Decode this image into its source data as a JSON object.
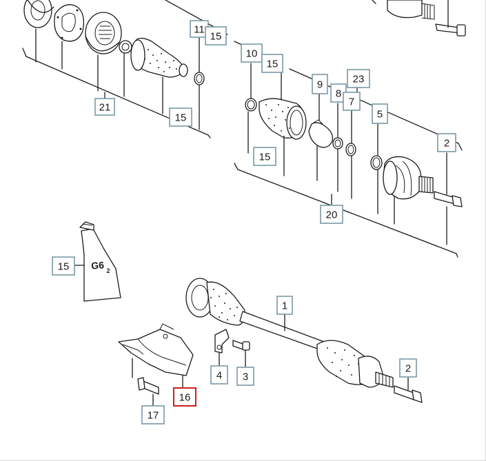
{
  "diagram": {
    "callouts": [
      {
        "id": "c11",
        "label": "11",
        "selected": false
      },
      {
        "id": "c15a",
        "label": "15",
        "selected": false
      },
      {
        "id": "c21",
        "label": "21",
        "selected": false
      },
      {
        "id": "c15b",
        "label": "15",
        "selected": false
      },
      {
        "id": "c10",
        "label": "10",
        "selected": false
      },
      {
        "id": "c15c",
        "label": "15",
        "selected": false
      },
      {
        "id": "c23",
        "label": "23",
        "selected": false
      },
      {
        "id": "c9",
        "label": "9",
        "selected": false
      },
      {
        "id": "c8",
        "label": "8",
        "selected": false
      },
      {
        "id": "c7",
        "label": "7",
        "selected": false
      },
      {
        "id": "c5",
        "label": "5",
        "selected": false
      },
      {
        "id": "c2a",
        "label": "2",
        "selected": false
      },
      {
        "id": "c15d",
        "label": "15",
        "selected": false
      },
      {
        "id": "c20",
        "label": "20",
        "selected": false
      },
      {
        "id": "c15e",
        "label": "15",
        "selected": false
      },
      {
        "id": "c1",
        "label": "1",
        "selected": false
      },
      {
        "id": "c2b",
        "label": "2",
        "selected": false
      },
      {
        "id": "c4",
        "label": "4",
        "selected": false
      },
      {
        "id": "c3",
        "label": "3",
        "selected": false
      },
      {
        "id": "c16",
        "label": "16",
        "selected": true
      },
      {
        "id": "c17",
        "label": "17",
        "selected": false
      }
    ],
    "grease_tube_label": "G6",
    "grease_tube_subscript": "2",
    "colors": {
      "callout_border": "#7a97a6",
      "selected_border": "#cc1f1f",
      "line": "#1a1a1a"
    }
  }
}
